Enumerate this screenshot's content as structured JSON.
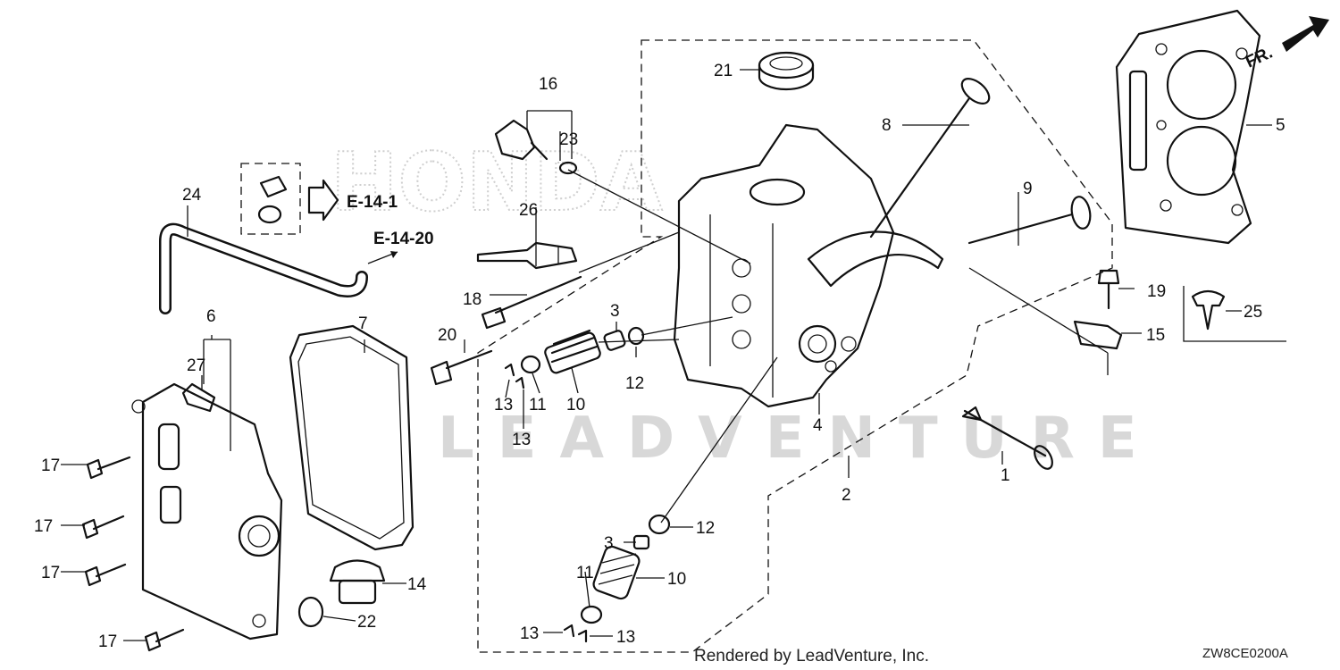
{
  "watermark": {
    "brand_logo": "HONDA",
    "company": "LEADVENTURE"
  },
  "credit": "Rendered by LeadVenture, Inc.",
  "diagram_code": "ZW8CE0200A",
  "front_indicator": "FR.",
  "references": [
    "E-14-1",
    "E-14-20"
  ],
  "callouts": {
    "c1": "1",
    "c2": "2",
    "c3a": "3",
    "c3b": "3",
    "c4": "4",
    "c5": "5",
    "c6": "6",
    "c7": "7",
    "c8": "8",
    "c9": "9",
    "c10a": "10",
    "c10b": "10",
    "c11a": "11",
    "c11b": "11",
    "c12a": "12",
    "c12b": "12",
    "c13a": "13",
    "c13b": "13",
    "c13c": "13",
    "c13d": "13",
    "c14": "14",
    "c15": "15",
    "c16": "16",
    "c17a": "17",
    "c17b": "17",
    "c17c": "17",
    "c17d": "17",
    "c18": "18",
    "c19": "19",
    "c20": "20",
    "c21": "21",
    "c22": "22",
    "c23": "23",
    "c24": "24",
    "c25": "25",
    "c26": "26",
    "c27": "27"
  },
  "colors": {
    "line": "#111111",
    "watermark": "#d8d8d8",
    "background": "#ffffff"
  }
}
